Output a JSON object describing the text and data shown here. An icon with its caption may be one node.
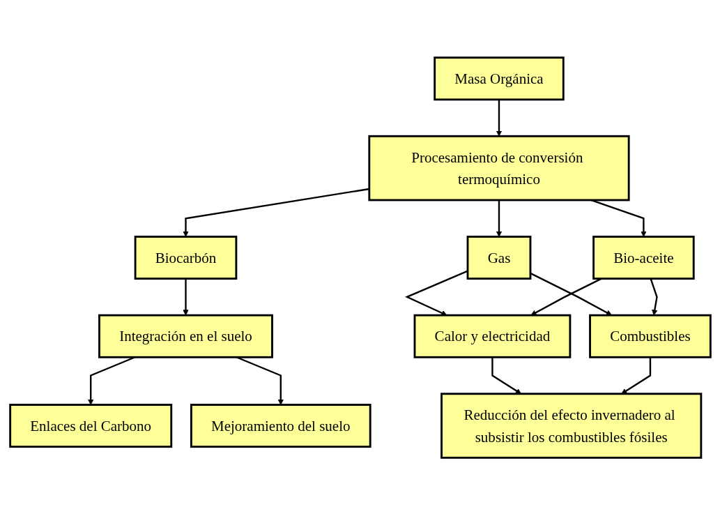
{
  "diagram": {
    "nodes": [
      {
        "text": [
          "Masa Orgánica"
        ]
      },
      {
        "text": [
          "Procesamiento de conversión termoquímico"
        ]
      },
      {
        "text": [
          "Biocarbón"
        ]
      },
      {
        "text": [
          "Gas"
        ]
      },
      {
        "text": [
          "Bio-aceite"
        ]
      },
      {
        "text": [
          "Integración en el suelo"
        ]
      },
      {
        "text": [
          "Calor y electricidad"
        ]
      },
      {
        "text": [
          "Combustibles"
        ]
      },
      {
        "text": [
          "Enlaces del Carbono"
        ]
      },
      {
        "text": [
          "Mejoramiento del suelo"
        ]
      },
      {
        "text": [
          "Reducción del efecto invernadero al subsistir los combustibles fósiles"
        ]
      }
    ],
    "edges": [
      {
        "from": 0,
        "to": 1,
        "arrow": "to"
      },
      {
        "from": 1,
        "to": 2,
        "arrow": "to"
      },
      {
        "from": 1,
        "to": 3,
        "arrow": "to"
      },
      {
        "from": 1,
        "to": 4,
        "arrow": "to"
      },
      {
        "from": 2,
        "to": 5,
        "arrow": "to"
      },
      {
        "from": 3,
        "to": 6,
        "arrow": "to"
      },
      {
        "from": 3,
        "to": 7,
        "arrow": "to"
      },
      {
        "from": 4,
        "to": 6,
        "arrow": "to"
      },
      {
        "from": 4,
        "to": 7,
        "arrow": "to"
      },
      {
        "from": 5,
        "to": 8,
        "arrow": "to"
      },
      {
        "from": 5,
        "to": 9,
        "arrow": "to"
      },
      {
        "from": 6,
        "to": 10,
        "arrow": "to"
      },
      {
        "from": 7,
        "to": 10,
        "arrow": "to"
      }
    ]
  }
}
